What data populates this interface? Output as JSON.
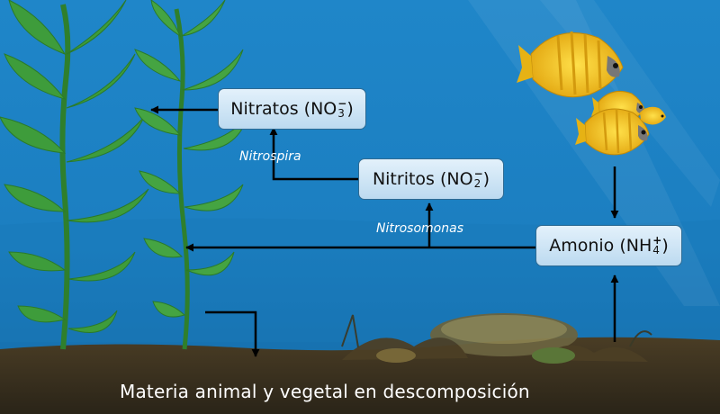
{
  "nodes": {
    "nitratos": {
      "name": "Nitratos (NO",
      "sub": "3",
      "sup": "−",
      "close": ")"
    },
    "nitritos": {
      "name": "Nitritos (NO",
      "sub": "2",
      "sup": "−",
      "close": ")"
    },
    "amonio": {
      "name": "Amonio (NH",
      "sub": "4",
      "sup": "+",
      "close": ")"
    }
  },
  "edge_labels": {
    "nitrospira": "Nitrospira",
    "nitrosomonas": "Nitrosomonas"
  },
  "caption": "Materia animal y vegetal en descomposición",
  "colors": {
    "water_top": "#1f86c9",
    "water_bottom": "#156fae",
    "sediment": "#3b3120",
    "plant": "#3d9a3a",
    "fish": "#f2c01a",
    "arrow": "#000000",
    "box_border": "#2d6a93"
  }
}
